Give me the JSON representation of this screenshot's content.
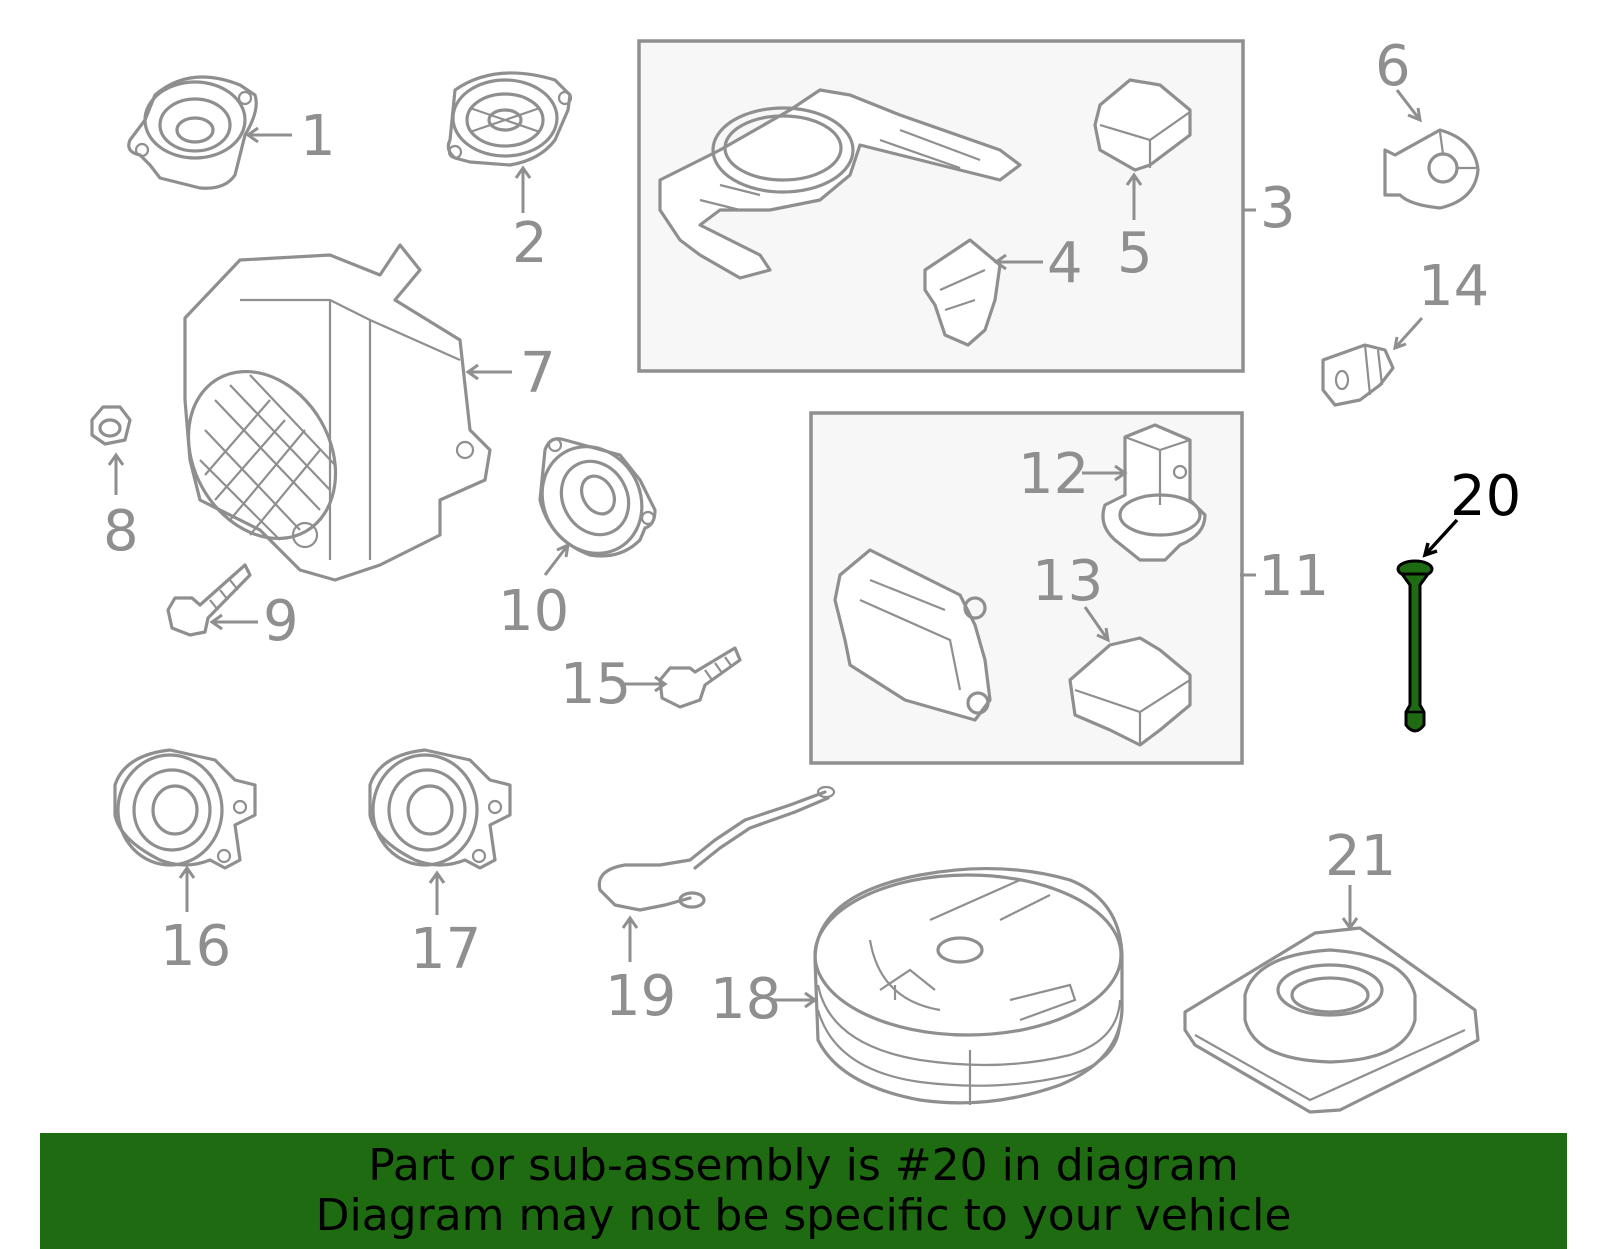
{
  "callouts": [
    {
      "id": "1",
      "label": "1"
    },
    {
      "id": "2",
      "label": "2"
    },
    {
      "id": "3",
      "label": "3"
    },
    {
      "id": "4",
      "label": "4"
    },
    {
      "id": "5",
      "label": "5"
    },
    {
      "id": "6",
      "label": "6"
    },
    {
      "id": "7",
      "label": "7"
    },
    {
      "id": "8",
      "label": "8"
    },
    {
      "id": "9",
      "label": "9"
    },
    {
      "id": "10",
      "label": "10"
    },
    {
      "id": "11",
      "label": "11"
    },
    {
      "id": "12",
      "label": "12"
    },
    {
      "id": "13",
      "label": "13"
    },
    {
      "id": "14",
      "label": "14"
    },
    {
      "id": "15",
      "label": "15"
    },
    {
      "id": "16",
      "label": "16"
    },
    {
      "id": "17",
      "label": "17"
    },
    {
      "id": "18",
      "label": "18"
    },
    {
      "id": "19",
      "label": "19"
    },
    {
      "id": "20",
      "label": "20"
    },
    {
      "id": "21",
      "label": "21"
    }
  ],
  "highlighted_part": "20",
  "banner": {
    "line1": "Part or sub-assembly is #20 in diagram",
    "line2": "Diagram may not be specific to your vehicle"
  },
  "colors": {
    "highlight": "#1f6b12",
    "part_stroke": "#8f8f8f",
    "highlight_text": "#000000"
  }
}
